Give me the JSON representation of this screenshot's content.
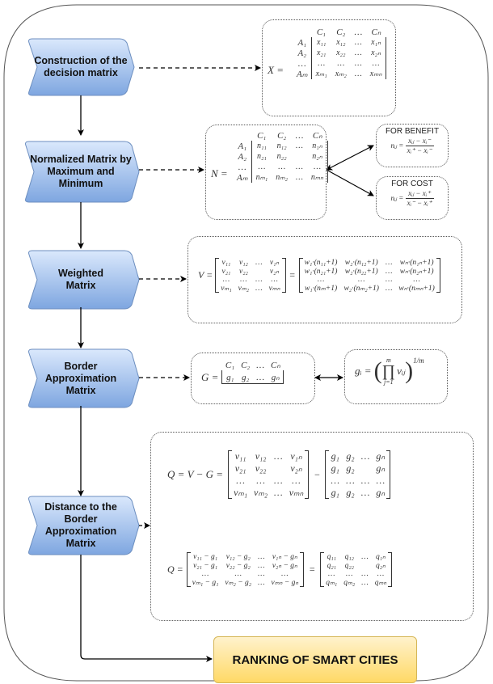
{
  "steps": [
    {
      "id": "construction",
      "label": "Construction of the decision matrix"
    },
    {
      "id": "normalized",
      "label": "Normalized Matrix by Maximum and Minimum"
    },
    {
      "id": "weighted",
      "label": "Weighted Matrix"
    },
    {
      "id": "border",
      "label": "Border Approximation Matrix"
    },
    {
      "id": "distance",
      "label": "Distance to the Border Approximation Matrix"
    }
  ],
  "final": {
    "label": "RANKING OF SMART CITIES"
  },
  "formulas": {
    "decision_matrix": {
      "lhs": "X =",
      "col_headers": [
        "C₁",
        "C₂",
        "…",
        "Cₙ"
      ],
      "row_headers": [
        "A₁",
        "A₂",
        "…",
        "Aₘ"
      ],
      "rows": [
        [
          "x₁₁",
          "x₁₂",
          "…",
          "x₁ₙ"
        ],
        [
          "x₂₁",
          "x₂₂",
          "…",
          "x₂ₙ"
        ],
        [
          "…",
          "…",
          "…",
          "…"
        ],
        [
          "xₘ₁",
          "xₘ₂",
          "…",
          "xₘₙ"
        ]
      ]
    },
    "normalized_matrix": {
      "lhs": "N =",
      "col_headers": [
        "C₁",
        "C₂",
        "…",
        "Cₙ"
      ],
      "row_headers": [
        "A₁",
        "A₂",
        "…",
        "Aₘ"
      ],
      "rows": [
        [
          "n₁₁",
          "n₁₂",
          "…",
          "n₁ₙ"
        ],
        [
          "n₂₁",
          "n₂₂",
          "",
          "n₂ₙ"
        ],
        [
          "…",
          "…",
          "…",
          "…"
        ],
        [
          "nₘ₁",
          "nₘ₂",
          "…",
          "nₘₙ"
        ]
      ]
    },
    "benefit": {
      "title": "FOR BENEFIT",
      "lhs": "nᵢⱼ =",
      "num": "xᵢⱼ − xᵢ⁻",
      "den": "xᵢ⁺ − xᵢ⁻"
    },
    "cost": {
      "title": "FOR COST",
      "lhs": "nᵢⱼ =",
      "num": "xᵢⱼ − xᵢ⁺",
      "den": "xᵢ⁻ − xᵢ⁺"
    },
    "weighted_matrix": {
      "lhs": "V =",
      "eq": "=",
      "left_rows": [
        [
          "v₁₁",
          "v₁₂",
          "…",
          "v₁ₙ"
        ],
        [
          "v₂₁",
          "v₂₂",
          "",
          "v₂ₙ"
        ],
        [
          "…",
          "…",
          "…",
          "…"
        ],
        [
          "vₘ₁",
          "vₘ₂",
          "…",
          "vₘₙ"
        ]
      ],
      "right_rows": [
        [
          "w₁·(n₁₁+1)",
          "w₂·(n₁₂+1)",
          "…",
          "wₙ·(n₁ₙ+1)"
        ],
        [
          "w₁·(n₂₁+1)",
          "w₂·(n₂₂+1)",
          "…",
          "wₙ·(n₂ₙ+1)"
        ],
        [
          "…",
          "…",
          "…",
          "…"
        ],
        [
          "w₁·(nₘ+1)",
          "w₂·(nₘ₂+1)",
          "…",
          "wₙ·(nₘₙ+1)"
        ]
      ]
    },
    "border_matrix": {
      "lhs": "G =",
      "col_headers": [
        "C₁",
        "C₂",
        "…",
        "Cₙ"
      ],
      "row": [
        "g₁",
        "g₂",
        "…",
        "gₙ"
      ]
    },
    "border_element": {
      "lhs": "gᵢ =",
      "product": "∏",
      "upper": "m",
      "lower": "j=1",
      "term": "vᵢⱼ",
      "exponent": "1/m"
    },
    "distance_1": {
      "lhs": "Q = V − G =",
      "op": "−",
      "v_rows": [
        [
          "v₁₁",
          "v₁₂",
          "…",
          "v₁ₙ"
        ],
        [
          "v₂₁",
          "v₂₂",
          "",
          "v₂ₙ"
        ],
        [
          "…",
          "…",
          "…",
          "…"
        ],
        [
          "vₘ₁",
          "vₘ₂",
          "…",
          "vₘₙ"
        ]
      ],
      "g_rows": [
        [
          "g₁",
          "g₂",
          "…",
          "gₙ"
        ],
        [
          "g₁",
          "g₂",
          "",
          "gₙ"
        ],
        [
          "…",
          "…",
          "…",
          "…"
        ],
        [
          "g₁",
          "g₂",
          "…",
          "gₙ"
        ]
      ]
    },
    "distance_2": {
      "lhs": "Q =",
      "eq": "=",
      "diff_rows": [
        [
          "v₁₁ − g₁",
          "v₁₂ − g₂",
          "…",
          "v₁ₙ − gₙ"
        ],
        [
          "v₂₁ − g₁",
          "v₂₂ − g₂",
          "…",
          "v₂ₙ − gₙ"
        ],
        [
          "…",
          "…",
          "…",
          "…"
        ],
        [
          "vₘ₁ − g₁",
          "vₘ₂ − g₂",
          "…",
          "vₘₙ − gₙ"
        ]
      ],
      "q_rows": [
        [
          "q₁₁",
          "q₁₂",
          "…",
          "q₁ₙ"
        ],
        [
          "q₂₁",
          "q₂₂",
          "",
          "q₂ₙ"
        ],
        [
          "…",
          "…",
          "…",
          "…"
        ],
        [
          "qₘ₁",
          "qₘ₂",
          "…",
          "qₘₙ"
        ]
      ]
    }
  },
  "colors": {
    "step_fill_top": "#dae8fc",
    "step_fill_bottom": "#7ea6e0",
    "step_stroke": "#6c8ebf",
    "final_fill_top": "#fff2cc",
    "final_fill_bottom": "#ffd966",
    "final_stroke": "#d6b656"
  }
}
